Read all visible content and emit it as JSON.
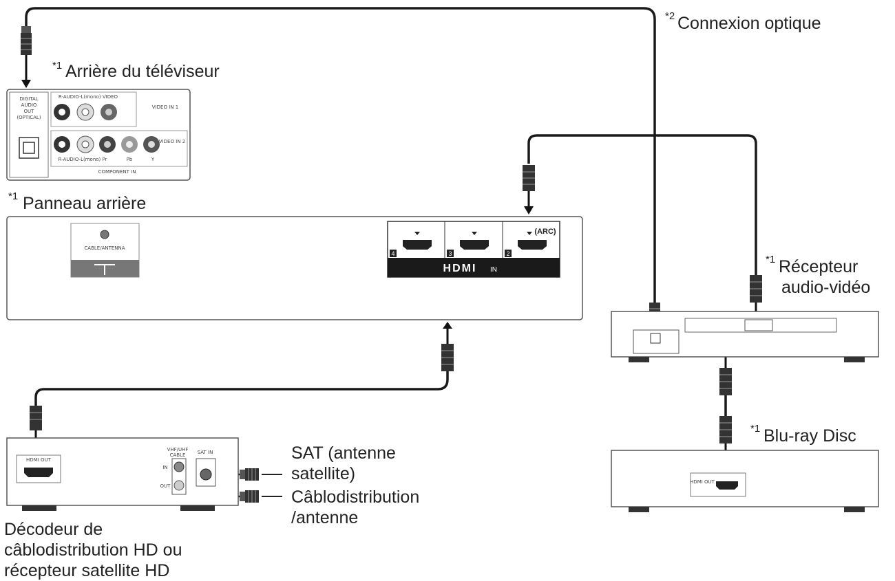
{
  "labels": {
    "optical_connection": "Connexion optique",
    "optical_mark": "*2",
    "tv_rear": "Arrière du téléviseur",
    "tv_rear_mark": "*1",
    "rear_panel": "Panneau arrière",
    "rear_panel_mark": "*1",
    "av_receiver_line1": "Récepteur",
    "av_receiver_line2": "audio-vidéo",
    "av_receiver_mark": "*1",
    "bluray": "Blu-ray Disc",
    "bluray_mark": "*1",
    "sat_line1": "SAT (antenne",
    "sat_line2": "satellite)",
    "cable_line1": "Câblodistribution",
    "cable_line2": "/antenne",
    "decoder_line1": "Décodeur de",
    "decoder_line2": "câblodistribution HD ou",
    "decoder_line3": "récepteur satellite HD"
  },
  "tv_jack_panel": {
    "digital_audio": [
      "DIGITAL",
      "AUDIO",
      "OUT",
      "(OPTICAL)"
    ],
    "audio_video_top": "R-AUDIO-L(mono) VIDEO",
    "video_in_1": "VIDEO IN 1",
    "video_in_2": "VIDEO IN 2",
    "audio_bottom": "R-AUDIO-L(mono)  Pr",
    "pb_label": "Pb",
    "y_label": "Y",
    "component_in": "COMPONENT IN"
  },
  "rear_panel": {
    "cable_antenna": "CABLE/ANTENNA",
    "hdmi_logo": "HDMI",
    "hdmi_in": "IN",
    "arc": "(ARC)",
    "port_numbers": [
      "4",
      "3",
      "2"
    ]
  },
  "decoder": {
    "hdmi_out": "HDMI OUT",
    "vhf_uhf": "VHF/UHF",
    "cable": "CABLE",
    "sat_in": "SAT IN",
    "in": "IN",
    "out": "OUT"
  },
  "bluray_device": {
    "hdmi_out": "HDMI OUT"
  }
}
